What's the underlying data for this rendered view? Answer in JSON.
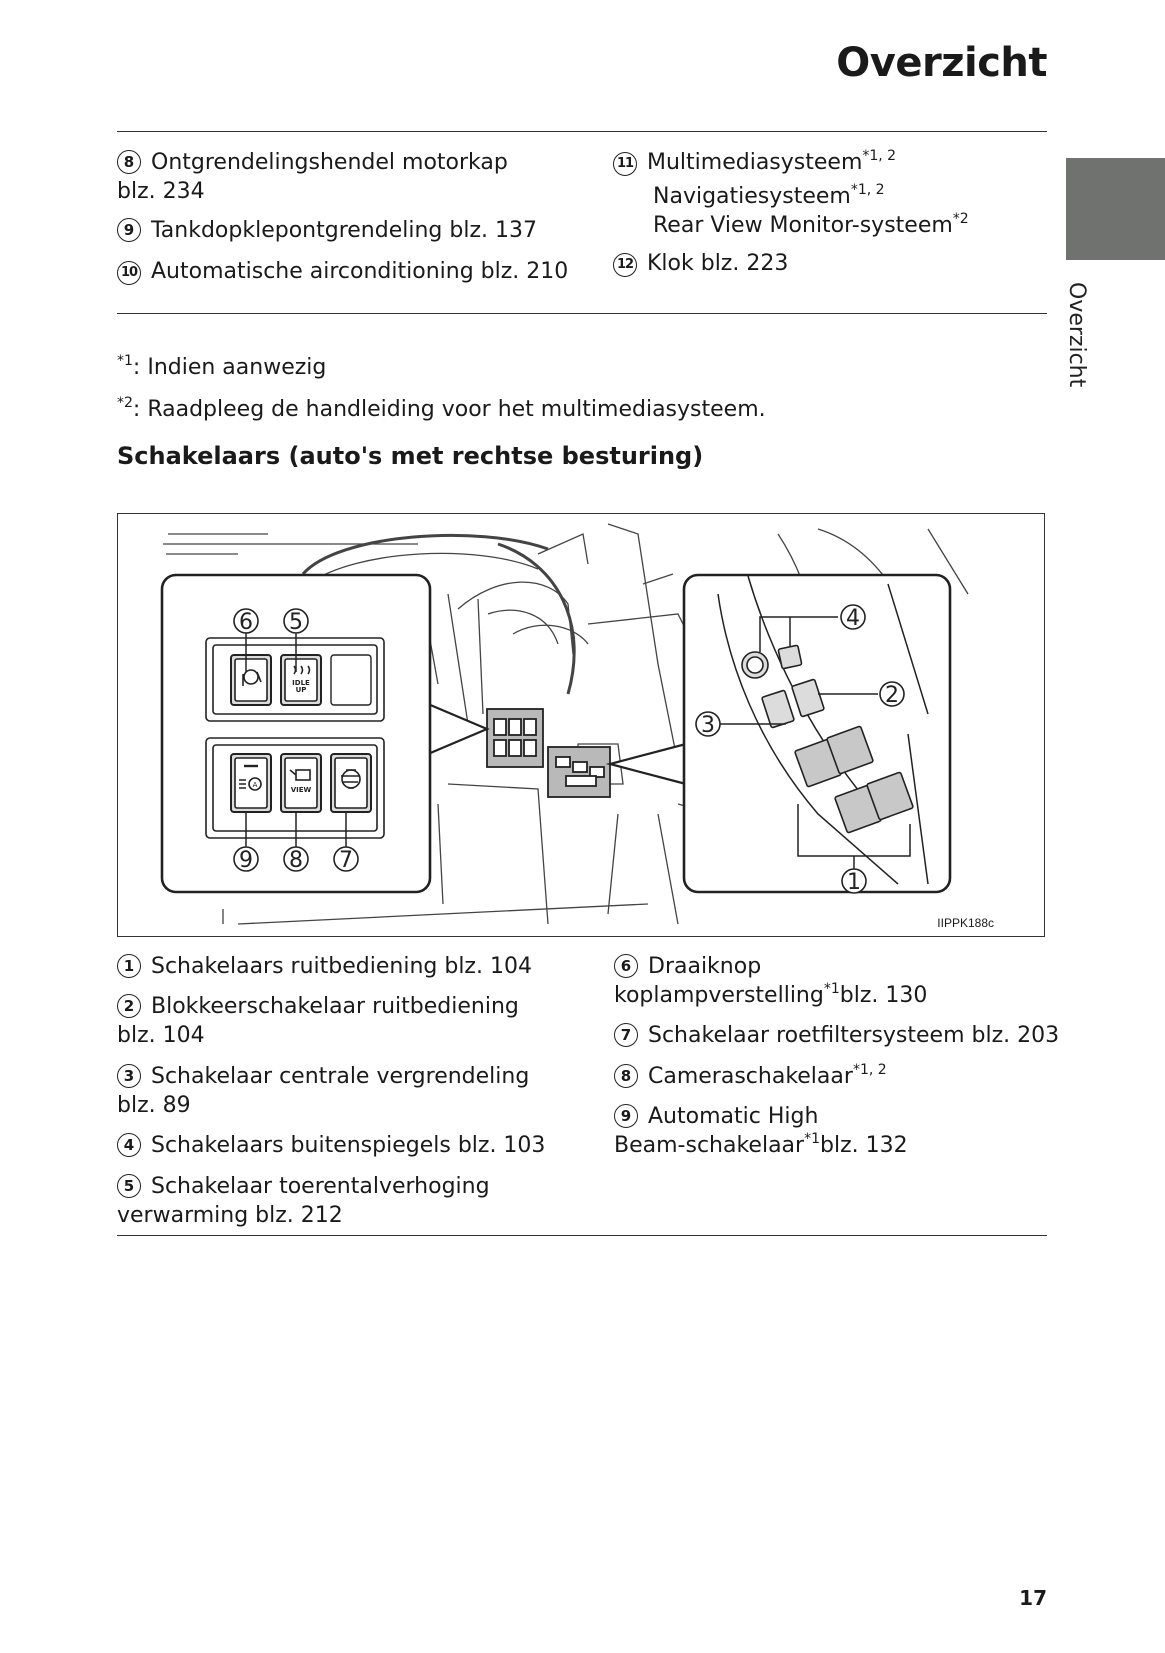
{
  "page_title": "Overzicht",
  "side_tab_label": "Overzicht",
  "top_left_items": [
    {
      "num": "8",
      "text": "Ontgrendelingshendel motorkap",
      "cont": "blz. 234"
    },
    {
      "num": "9",
      "text": "Tankdopklepontgrendeling blz. 137"
    },
    {
      "num": "10",
      "text": "Automatische airconditioning blz. 210"
    }
  ],
  "top_right_items": {
    "num11": "11",
    "multimedia": "Multimediasysteem",
    "multimedia_sup": "*1, 2",
    "navigation": "Navigatiesysteem",
    "navigation_sup": "*1, 2",
    "rearview": "Rear View Monitor-systeem",
    "rearview_sup": "*2",
    "num12": "12",
    "clock": "Klok blz. 223"
  },
  "footnotes": [
    {
      "mark": "*1",
      "text": ": Indien aanwezig"
    },
    {
      "mark": "*2",
      "text": ": Raadpleeg de handleiding voor het multimediasysteem."
    }
  ],
  "section_heading": "Schakelaars (auto's met rechtse besturing)",
  "figure": {
    "code": "IIPPK188c",
    "labels": [
      "6",
      "5",
      "9",
      "8",
      "7",
      "4",
      "2",
      "3",
      "1"
    ],
    "idle_label_1": "IDLE",
    "idle_label_2": "UP",
    "view_label": "VIEW",
    "a_label": "A"
  },
  "bottom_left_items": [
    {
      "num": "1",
      "text": "Schakelaars ruitbediening blz. 104"
    },
    {
      "num": "2",
      "text": "Blokkeerschakelaar ruitbediening",
      "cont": "blz. 104"
    },
    {
      "num": "3",
      "text": "Schakelaar centrale vergrendeling",
      "cont": "blz. 89"
    },
    {
      "num": "4",
      "text": "Schakelaars buitenspiegels blz. 103"
    },
    {
      "num": "5",
      "text": "Schakelaar toerentalverhoging",
      "cont": "verwarming blz. 212"
    }
  ],
  "bottom_right_items": {
    "num6": "6",
    "i6_text": "Draaiknop",
    "i6_cont": "koplampverstelling",
    "i6_sup": "*1",
    "i6_page": "blz. 130",
    "num7": "7",
    "i7_text": "Schakelaar roetfiltersysteem blz. 203",
    "num8": "8",
    "i8_text": "Cameraschakelaar",
    "i8_sup": "*1, 2",
    "num9": "9",
    "i9_text": "Automatic High",
    "i9_cont": "Beam-schakelaar",
    "i9_sup": "*1",
    "i9_page": "blz. 132"
  },
  "page_number": "17",
  "colors": {
    "side_tab": "#6f726f",
    "text": "#1a1a1a",
    "rule": "#333333"
  }
}
